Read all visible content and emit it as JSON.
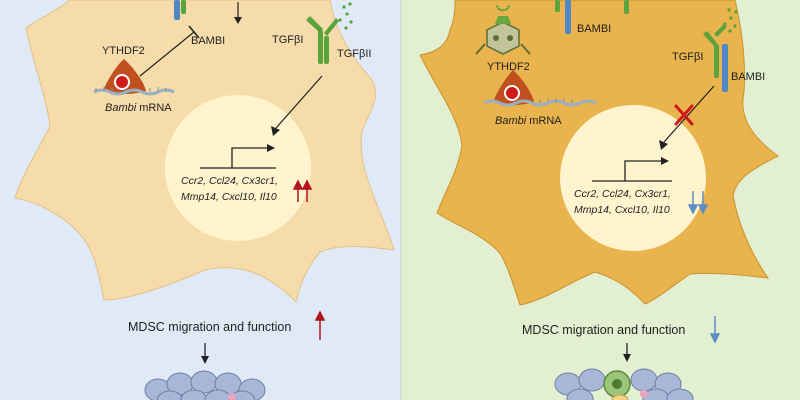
{
  "left_panel": {
    "bambi_label": "BAMBI",
    "ythdf2_label": "YTHDF2",
    "mrna_gene": "Bambi",
    "mrna_suffix": " mRNA",
    "tgfb1_label": "TGFβI",
    "tgfb2_label": "TGFβII",
    "genes_line1": "Ccr2, Ccl24, Cx3cr1,",
    "genes_line2": "Mmp14, Cxcl10, Il10",
    "outcome_label": "MDSC migration and function",
    "expression_trend": "up",
    "outcome_trend": "up"
  },
  "right_panel": {
    "bambi_top_label": "BAMBI",
    "ythdf2_label": "YTHDF2",
    "mrna_gene": "Bambi",
    "mrna_suffix": " mRNA",
    "tgfb1_label": "TGFβI",
    "bambi_receptor_label": "BAMBI",
    "genes_line1": "Ccr2, Ccl24, Cx3cr1,",
    "genes_line2": "Mmp14, Cxcl10, Il10",
    "outcome_label": "MDSC migration and function",
    "expression_trend": "down",
    "outcome_trend": "down"
  },
  "colors": {
    "left_bg": "#dfeaf6",
    "right_bg": "#e3efd1",
    "left_cell": "#f6dcaa",
    "right_cell": "#e9b34d",
    "nucleus": "#fff4cd",
    "up_arrow": "#b3131b",
    "down_arrow": "#5b8ec4",
    "tgf_receptor": "#5aa33a",
    "bambi_receptor": "#4f86c6",
    "ythdf2_protein": "#c0501f",
    "tumor_cell": "#a8b6d8"
  }
}
